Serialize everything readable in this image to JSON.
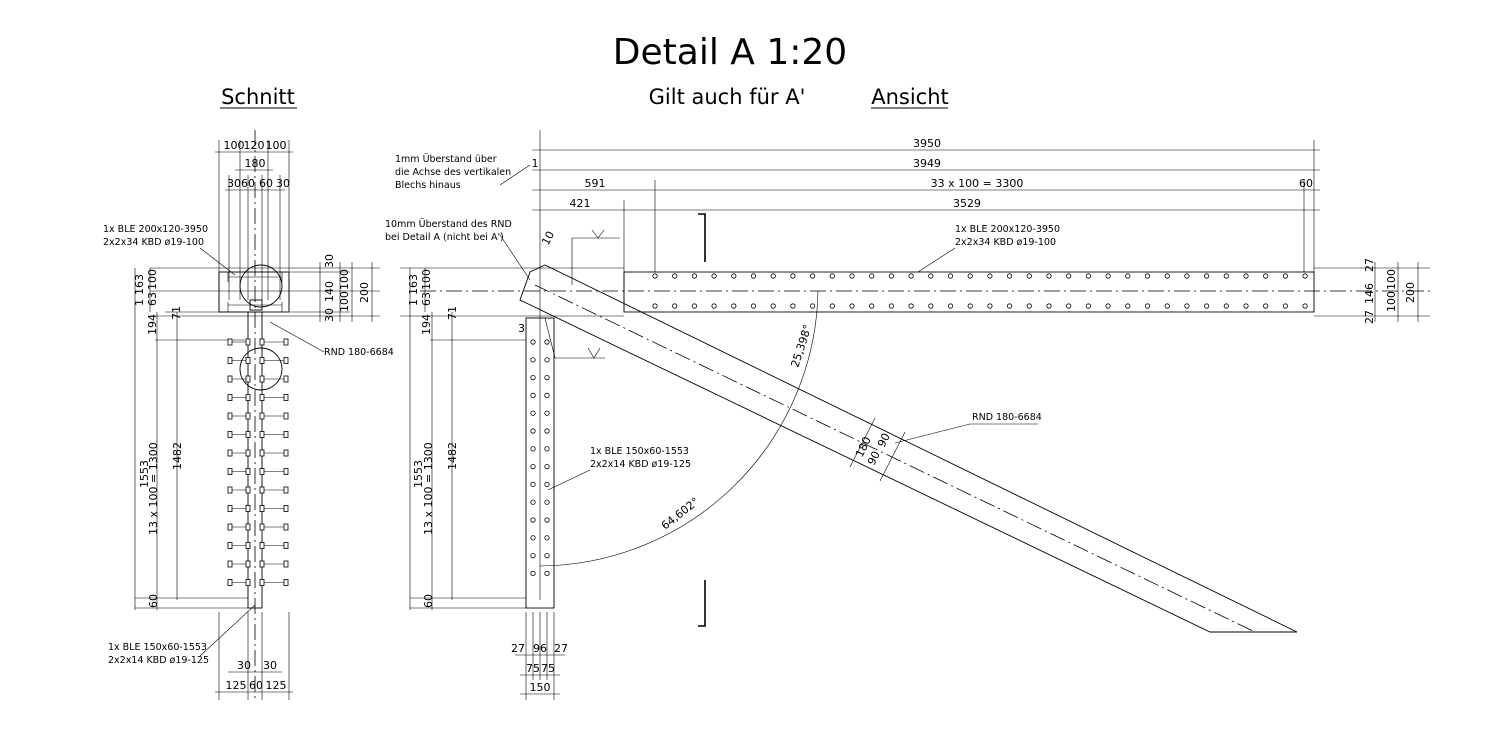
{
  "title": "Detail A  1:20",
  "subtitle": "Gilt auch für A'",
  "section_label": "Schnitt",
  "view_label": "Ansicht",
  "schnitt": {
    "top_dims": [
      "100",
      "120",
      "100"
    ],
    "dim_180": "180",
    "dims_30_60": [
      "30",
      "60",
      "60",
      "30"
    ],
    "plate_h_label": [
      "1x BLE 200x120-3950",
      "2x2x34 KBD ø19-100"
    ],
    "left_dims": [
      "1",
      "163",
      "100",
      "63",
      "194",
      "71"
    ],
    "right_dims": [
      "30",
      "140",
      "30",
      "100",
      "100",
      "200"
    ],
    "rnd_label": "RND 180-6684",
    "dim_1553": "1553",
    "dim_1300": "13 x 100 = 1300",
    "dim_1482": "1482",
    "dim_60": "60",
    "plate_v_label": [
      "1x BLE 150x60-1553",
      "2x2x14 KBD ø19-125"
    ],
    "bottom_dims_a": [
      "30",
      "30"
    ],
    "bottom_dims_b": [
      "125",
      "60",
      "125"
    ]
  },
  "ansicht": {
    "note_1mm": [
      "1mm Überstand über",
      "die Achse des vertikalen",
      "Blechs hinaus"
    ],
    "note_10mm": [
      "10mm Überstand des RND",
      "bei Detail A (nicht bei A')"
    ],
    "dim_3950": "3950",
    "dim_3949": "3949",
    "dim_1": "1",
    "dim_591": "591",
    "dim_3300": "33 x 100 = 3300",
    "dim_60": "60",
    "dim_421": "421",
    "dim_3529": "3529",
    "dim_10": "10",
    "plate_h_label": [
      "1x BLE 200x120-3950",
      "2x2x34 KBD ø19-100"
    ],
    "left_dims": [
      "1",
      "163",
      "100",
      "63",
      "194",
      "71",
      "3"
    ],
    "right_dims": [
      "27",
      "146",
      "27",
      "100",
      "100",
      "200"
    ],
    "angle_1": "25,398°",
    "angle_2": "64,602°",
    "rnd_label": "RND 180-6684",
    "rnd_dims": [
      "180",
      "90",
      "90"
    ],
    "plate_v_label": [
      "1x BLE 150x60-1553",
      "2x2x14 KBD ø19-125"
    ],
    "dim_1553": "1553",
    "dim_1300": "13 x 100 = 1300",
    "dim_1482": "1482",
    "bottom_dims_a": [
      "27",
      "96",
      "27"
    ],
    "bottom_dims_b": [
      "75",
      "75"
    ],
    "dim_150": "150"
  }
}
